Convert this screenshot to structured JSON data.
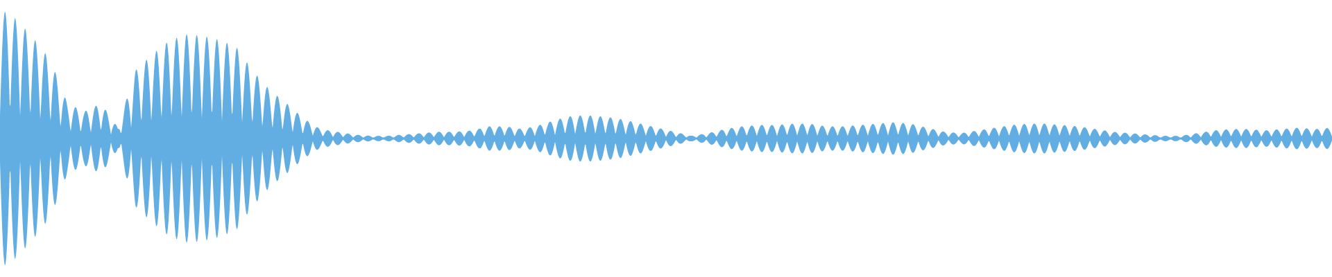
{
  "waveform": {
    "color": "#62AEE3",
    "background": "#FFFFFF",
    "amplitude_envelope": [
      0.96,
      0.88,
      0.74,
      0.58,
      0.26,
      0.2,
      0.26,
      0.08,
      0.5,
      0.62,
      0.72,
      0.77,
      0.76,
      0.73,
      0.68,
      0.5,
      0.36,
      0.26,
      0.15,
      0.07,
      0.05,
      0.03,
      0.02,
      0.02,
      0.03,
      0.04,
      0.05,
      0.05,
      0.06,
      0.09,
      0.09,
      0.07,
      0.1,
      0.14,
      0.17,
      0.17,
      0.16,
      0.14,
      0.11,
      0.08,
      0.05,
      0.02,
      0.04,
      0.07,
      0.09,
      0.1,
      0.1,
      0.11,
      0.11,
      0.09,
      0.09,
      0.1,
      0.11,
      0.12,
      0.11,
      0.08,
      0.05,
      0.04,
      0.06,
      0.08,
      0.1,
      0.11,
      0.11,
      0.1,
      0.09,
      0.07,
      0.05,
      0.04,
      0.03,
      0.02,
      0.02,
      0.04,
      0.06,
      0.07,
      0.07,
      0.06,
      0.07,
      0.08,
      0.07,
      0.08
    ],
    "carrier_cycles": 132
  }
}
